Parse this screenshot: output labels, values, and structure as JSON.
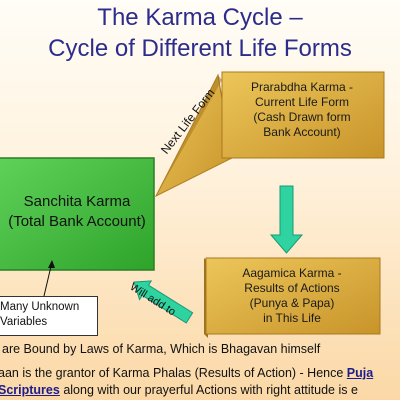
{
  "title": {
    "line1": "The Karma Cycle –",
    "line2": "Cycle of Different Life Forms"
  },
  "boxes": {
    "prarabdha": [
      "Prarabdha Karma  -",
      "Current Life Form",
      "(Cash Drawn form",
      "Bank Account)"
    ],
    "aagamica": [
      "Aagamica Karma  -",
      "Results of Actions",
      "(Punya & Papa)",
      "in This Life"
    ],
    "sanchita": [
      "Sanchita Karma",
      "(Total Bank Account)"
    ]
  },
  "arrows": {
    "next_life_label": "Next Life Form",
    "will_add_label": "Will add to"
  },
  "callout": [
    "Many Unknown",
    "Variables"
  ],
  "bottom": {
    "line1": "are Bound by Laws of Karma, Which is Bhagavan himself",
    "line2_prefix": "aan is the grantor of Karma Phalas (Results of Action) - Hence ",
    "line2_highlight": "Puja",
    "line3_highlight": "Scriptures",
    "line3_suffix": " along with our prayerful Actions with right attitude is e"
  },
  "colors": {
    "title": "#2c2c8c",
    "sanchita_box": "#3fbf3a",
    "gold_box": "#d8a938",
    "arrow": "#2fd3a0"
  }
}
